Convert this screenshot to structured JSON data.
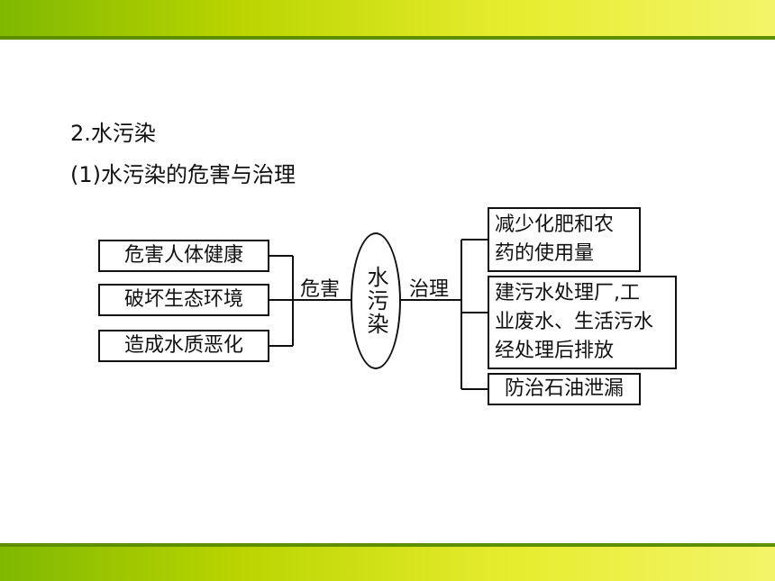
{
  "heading_main": "2.水污染",
  "heading_sub": "(1)水污染的危害与治理",
  "center": "水污染",
  "label_harm": "危害",
  "label_treat": "治理",
  "harms": [
    "危害人体健康",
    "破坏生态环境",
    "造成水质恶化"
  ],
  "measures": [
    {
      "lines": [
        "减少化肥和农",
        "药的使用量"
      ]
    },
    {
      "lines": [
        "建污水处理厂,工",
        "业废水、生活污水",
        "经处理后排放"
      ]
    },
    {
      "lines": [
        "防治石油泄漏"
      ]
    }
  ],
  "colors": {
    "accent_bar": "#b8d400",
    "accent_dark": "#5d8f00",
    "ink": "#111111"
  }
}
